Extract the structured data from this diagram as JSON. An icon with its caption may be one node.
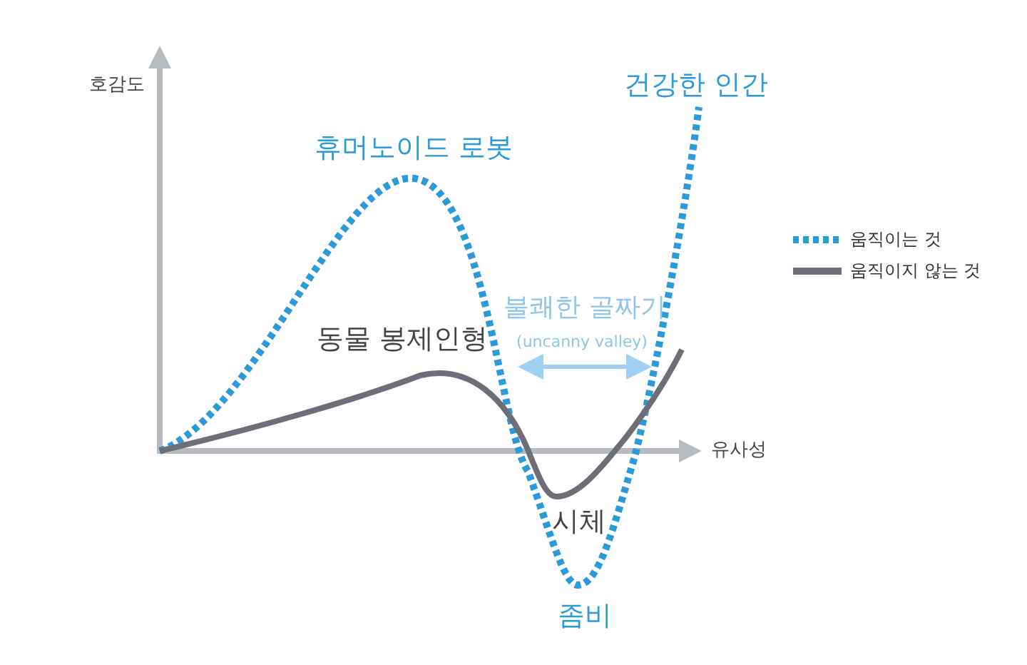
{
  "diagram": {
    "labels": [
      "호감도",
      "건강한 인간",
      "휴머노이드 로봇",
      "불쾌한 골짜기",
      "동물 봉제인형",
      "(uncanny valley)",
      "유사성",
      "시체",
      "좀비"
    ],
    "legend": [
      {
        "text": "움직이는 것"
      },
      {
        "text": "움직이지 않는 것"
      }
    ]
  }
}
